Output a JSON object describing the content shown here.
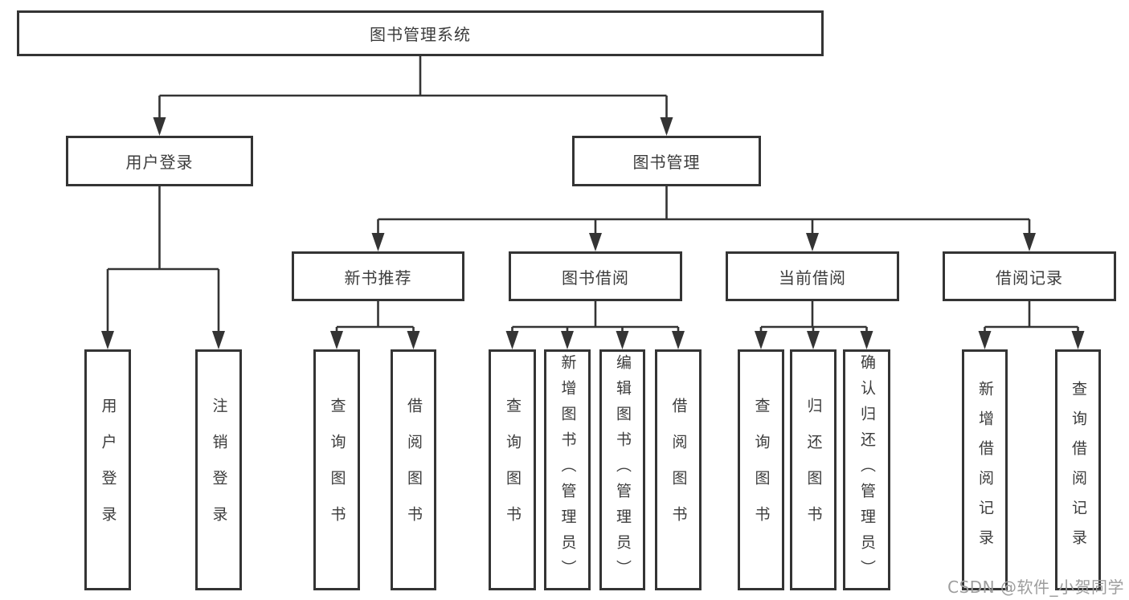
{
  "tree": {
    "root": {
      "label": "图书管理系统"
    },
    "branches": [
      {
        "label": "用户登录",
        "children": [
          {
            "label": "用户登录"
          },
          {
            "label": "注销登录"
          }
        ]
      },
      {
        "label": "图书管理",
        "children": [
          {
            "label": "新书推荐",
            "children": [
              {
                "label": "查询图书"
              },
              {
                "label": "借阅图书"
              }
            ]
          },
          {
            "label": "图书借阅",
            "children": [
              {
                "label": "查询图书"
              },
              {
                "label": "新增图书（管理员）"
              },
              {
                "label": "编辑图书（管理员）"
              },
              {
                "label": "借阅图书"
              }
            ]
          },
          {
            "label": "当前借阅",
            "children": [
              {
                "label": "查询图书"
              },
              {
                "label": "归还图书"
              },
              {
                "label": "确认归还（管理员）"
              }
            ]
          },
          {
            "label": "借阅记录",
            "children": [
              {
                "label": "新增借阅记录"
              },
              {
                "label": "查询借阅记录"
              }
            ]
          }
        ]
      }
    ]
  },
  "watermark": {
    "text": "CSDN @软件_小贺同学"
  },
  "colors": {
    "line": "#343434",
    "box_border": "#343434",
    "text": "#3c3c3c",
    "watermark": "#9d9d9d",
    "background": "#ffffff"
  }
}
